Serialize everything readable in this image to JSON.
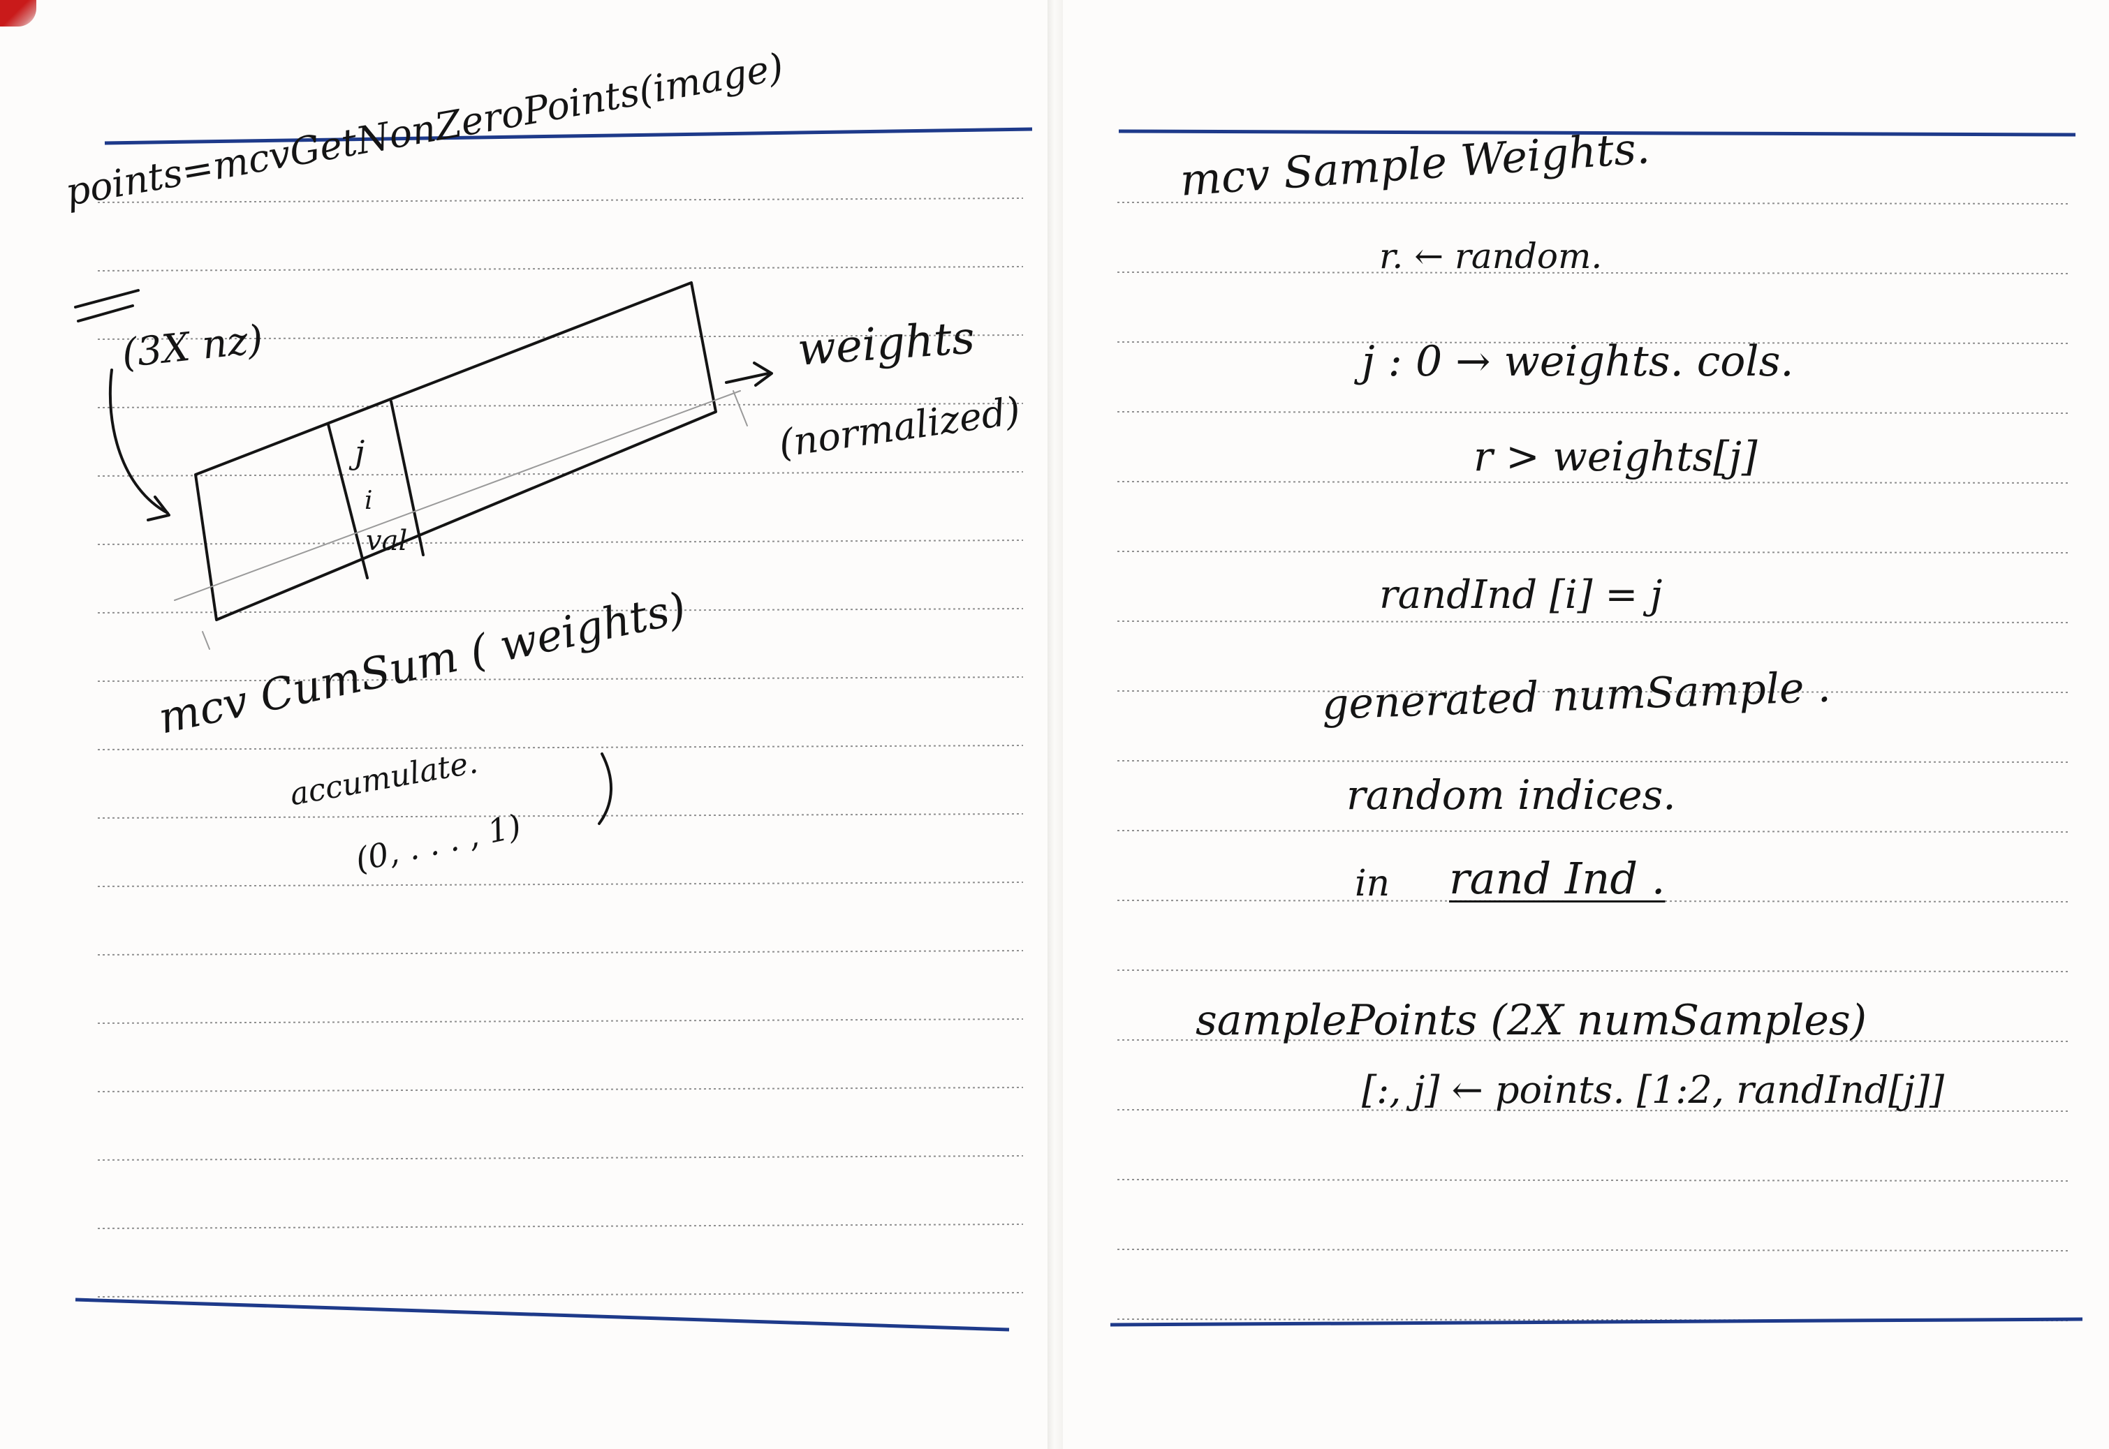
{
  "colors": {
    "paper": "#fdfcfb",
    "ink": "#141414",
    "rule_blue": "#1e3a8a",
    "ruled_line": "#8f8f8f",
    "corner_red": "#c91a1a"
  },
  "left_page": {
    "title": "points=mcvGetNonZeroPoints(image)",
    "dims_label": "(3X nz)",
    "weights_label": "weights",
    "normalized_label": "(normalized)",
    "cell_j": "j",
    "cell_i": "i",
    "cell_val": "val",
    "cumsum_label": "mcv CumSum ( weights)",
    "accumulate_label": "accumulate.",
    "range_label": "(0, . . . , 1)"
  },
  "right_page": {
    "title": "mcv Sample Weights.",
    "random_step": "r. ← random.",
    "loop_step": "j : 0 → weights. cols.",
    "cond_step": "r > weights[j]",
    "assign_step": "randInd [i] = j",
    "gen_line1": "generated  numSample .",
    "gen_line2": "random  indices.",
    "gen_line3_prefix": "in",
    "gen_line3_var": "rand Ind .",
    "sample_points": "samplePoints  (2X numSamples)",
    "sample_assign": "[:, j] ← points. [1:2,  randInd[j]]"
  }
}
